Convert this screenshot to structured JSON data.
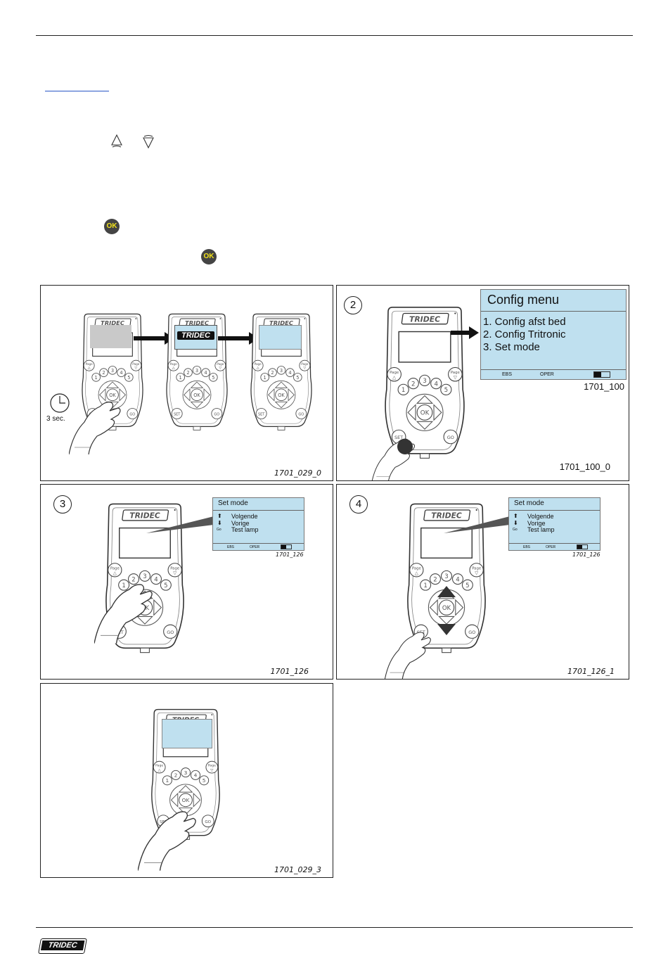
{
  "page": {
    "panels": [
      {
        "id": 1,
        "caption": "1701_029_0",
        "timer_label": "3 sec."
      },
      {
        "id": 2,
        "step": "2",
        "caption": "1701_100_0",
        "screen_caption": "1701_100",
        "screen": {
          "title": "Config menu",
          "items": [
            "1. Config afst bed",
            "2. Config Tritronic",
            "3.  Set mode"
          ],
          "status": [
            "EBS",
            "OPER"
          ]
        }
      },
      {
        "id": 3,
        "step": "3",
        "caption": "1701_126",
        "screen_caption": "1701_126",
        "screen": {
          "title": "Set mode",
          "items": [
            "Volgende",
            "Vorige",
            "Test lamp"
          ],
          "status": [
            "EBS",
            "OPER"
          ]
        }
      },
      {
        "id": 4,
        "step": "4",
        "caption": "1701_126_1",
        "screen_caption": "1701_126",
        "screen": {
          "title": "Set mode",
          "items": [
            "Volgende",
            "Vorige",
            "Test lamp"
          ],
          "status": [
            "EBS",
            "OPER"
          ]
        }
      },
      {
        "id": 5,
        "caption": "1701_029_3"
      }
    ],
    "ok_badge": "OK",
    "device_brand": "TRIDEC",
    "footer_logo": "TRIDEC"
  }
}
